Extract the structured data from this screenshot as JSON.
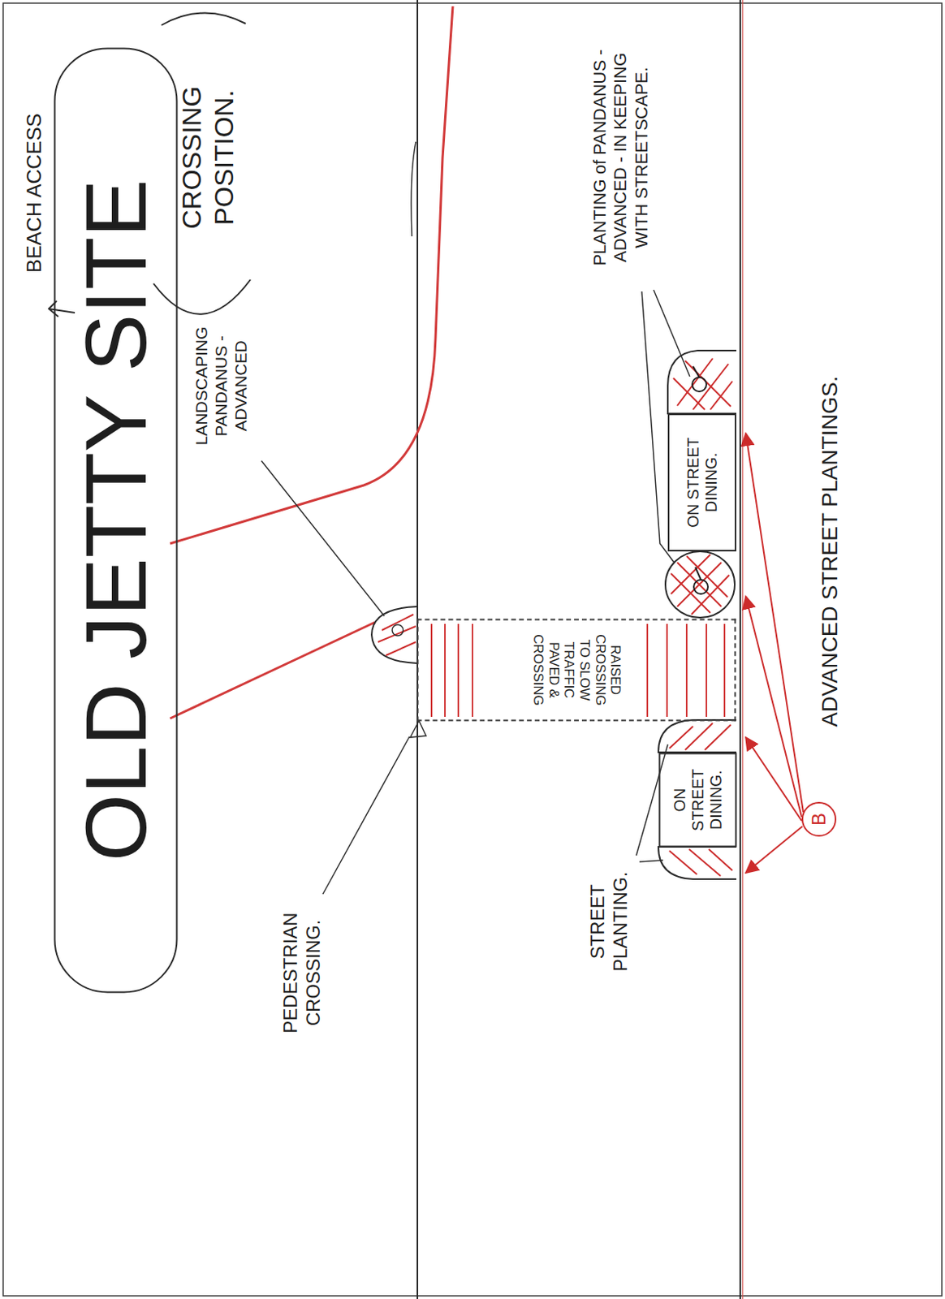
{
  "diagram": {
    "nodes": [
      {
        "text": [
          "OLD JETTY SITE"
        ]
      },
      {
        "text": [
          "RAISED CROSSING TO SLOW TRAFFIC PAVED & CROSSING"
        ]
      },
      {
        "text": [
          "ON STREET DINING."
        ]
      },
      {
        "text": [
          "ON STREET DINING."
        ]
      },
      {
        "text": [
          "B"
        ]
      }
    ],
    "labels": [
      "BEACH ACCESS",
      "CROSSING POSITION.",
      "LANDSCAPING PANDANUS - ADVANCED",
      "PEDESTRIAN CROSSING.",
      "PLANTING of PANDANUS - ADVANCED - IN KEEPING WITH STREETSCAPE.",
      "STREET PLANTING.",
      "ADVANCED STREET PLANTINGS."
    ]
  }
}
